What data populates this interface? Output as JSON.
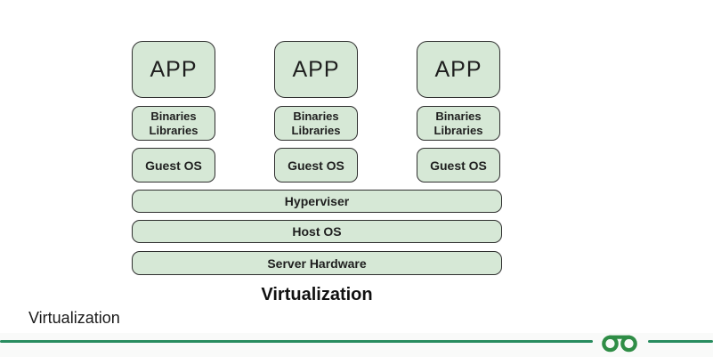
{
  "diagram": {
    "columns": [
      {
        "app": "APP",
        "binaries_line1": "Binaries",
        "binaries_line2": "Libraries",
        "guest_os": "Guest OS"
      },
      {
        "app": "APP",
        "binaries_line1": "Binaries",
        "binaries_line2": "Libraries",
        "guest_os": "Guest OS"
      },
      {
        "app": "APP",
        "binaries_line1": "Binaries",
        "binaries_line2": "Libraries",
        "guest_os": "Guest OS"
      }
    ],
    "layers": [
      "Hyperviser",
      "Host OS",
      "Server Hardware"
    ],
    "caption": "Virtualization"
  },
  "page": {
    "label": "Virtualization"
  },
  "footer": {
    "logo_name": "geeksforgeeks-logo"
  },
  "colors": {
    "box_fill": "#d6e8d6",
    "box_border": "#2f2f2f",
    "rule_green": "#288c5f",
    "logo_green": "#2f8d46"
  }
}
